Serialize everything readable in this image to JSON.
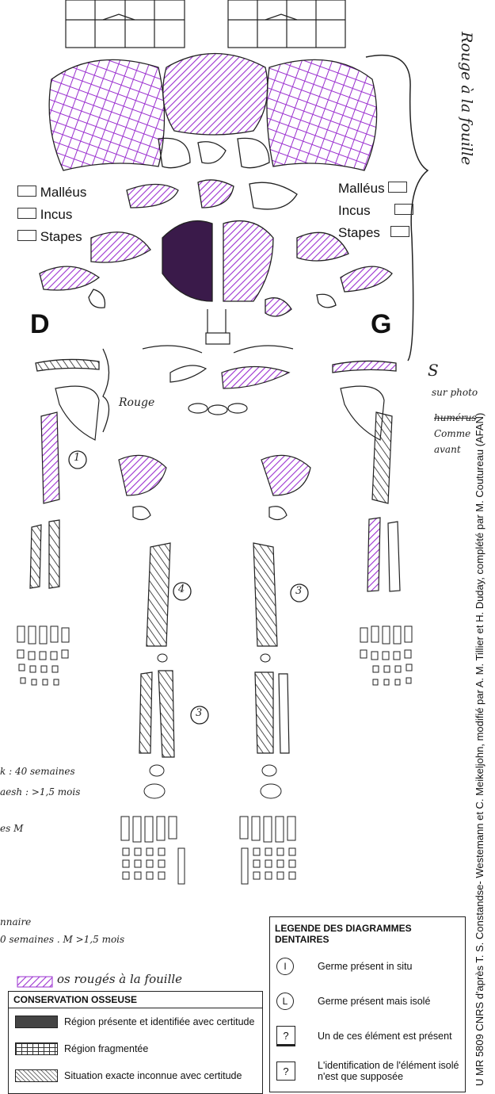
{
  "side_labels": {
    "right": "D",
    "left": "G"
  },
  "ossicles": {
    "right": [
      "Malléus",
      "Incus",
      "Stapes"
    ],
    "left": [
      "Malléus",
      "Incus",
      "Stapes"
    ]
  },
  "colors": {
    "purple": "#9b30d0",
    "dark_purple": "#3a1a4a",
    "ink": "#222222"
  },
  "annotations": {
    "rouge_a_la_fouille": "Rouge à la fouille",
    "rouge": "Rouge",
    "circled_1": "1",
    "circled_3": "3",
    "circled_4": "4",
    "circled_3b": "3",
    "side_note_s": "S",
    "side_note_1": "sur photo",
    "side_note_2": "humérus",
    "side_note_3": "Comme",
    "side_note_4": "avant",
    "left_note_1": "k : 40 semaines",
    "left_note_2": "aesh : >1,5 mois",
    "left_note_3": "es M",
    "left_note_4": "nnaire",
    "left_note_5": "0 semaines . M >1,5 mois",
    "os_rouges": "os rougés à la fouille"
  },
  "vertical_credit": "U MR 5809 CNRS d'après T. S. Constandse- Westemann et C. Meikeljohn, modifié par A. M. Tillier et H. Duday, complété par M. Coutureau (AFAN)",
  "legend_dental": {
    "title": "LEGENDE DES DIAGRAMMES DENTAIRES",
    "rows": [
      {
        "symbol": "I",
        "text": "Germe présent in situ"
      },
      {
        "symbol": "L",
        "text": "Germe présent mais isolé"
      },
      {
        "symbol": "?",
        "text": "Un de ces élément est  présent"
      },
      {
        "symbol": "?",
        "text": "L'identification de l'élément isolé n'est que supposée"
      }
    ]
  },
  "legend_bone": {
    "title": "CONSERVATION OSSEUSE",
    "rows": [
      {
        "text": "Région présente et identifiée avec certitude"
      },
      {
        "text": "Région fragmentée"
      },
      {
        "text": "Situation exacte inconnue avec certitude"
      }
    ]
  }
}
